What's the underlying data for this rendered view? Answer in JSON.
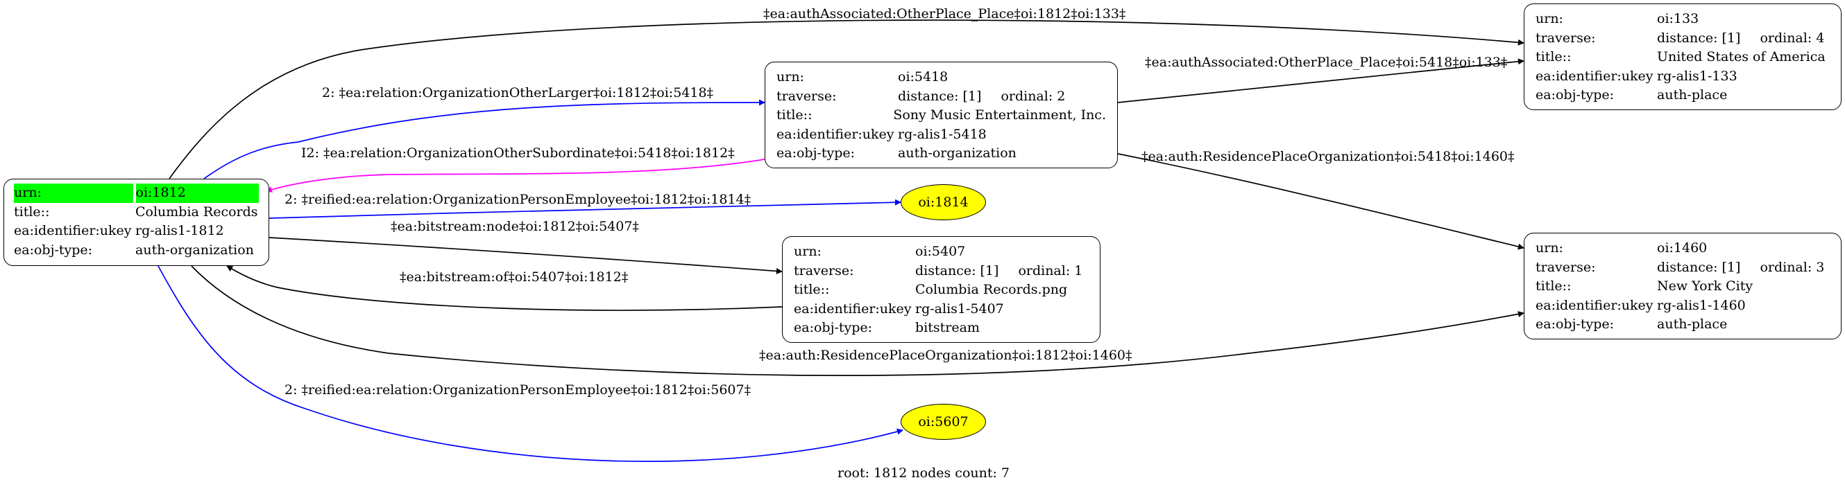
{
  "nodes": {
    "root": {
      "rows": [
        {
          "k": "urn:",
          "v": "oi:1812"
        },
        {
          "k": "title::",
          "v": "Columbia Records"
        },
        {
          "k": "ea:identifier:ukey",
          "v": "rg-alis1-1812"
        },
        {
          "k": "ea:obj-type:",
          "v": "auth-organization"
        }
      ],
      "highlight_color": "#00ff00"
    },
    "n5418": {
      "rows": [
        {
          "k": "urn:",
          "v": "oi:5418"
        },
        {
          "k": "traverse:",
          "v": "distance: [1]",
          "v2": "ordinal: 2"
        },
        {
          "k": "title::",
          "v": "Sony Music Entertainment, Inc."
        },
        {
          "k": "ea:identifier:ukey",
          "v": "rg-alis1-5418"
        },
        {
          "k": "ea:obj-type:",
          "v": "auth-organization"
        }
      ]
    },
    "n133": {
      "rows": [
        {
          "k": "urn:",
          "v": "oi:133"
        },
        {
          "k": "traverse:",
          "v": "distance: [1]",
          "v2": "ordinal: 4"
        },
        {
          "k": "title::",
          "v": "United States of America"
        },
        {
          "k": "ea:identifier:ukey",
          "v": "rg-alis1-133"
        },
        {
          "k": "ea:obj-type:",
          "v": "auth-place"
        }
      ]
    },
    "n5407": {
      "rows": [
        {
          "k": "urn:",
          "v": "oi:5407"
        },
        {
          "k": "traverse:",
          "v": "distance: [1]",
          "v2": "ordinal: 1"
        },
        {
          "k": "title::",
          "v": "Columbia Records.png"
        },
        {
          "k": "ea:identifier:ukey",
          "v": "rg-alis1-5407"
        },
        {
          "k": "ea:obj-type:",
          "v": "bitstream"
        }
      ]
    },
    "n1460": {
      "rows": [
        {
          "k": "urn:",
          "v": "oi:1460"
        },
        {
          "k": "traverse:",
          "v": "distance: [1]",
          "v2": "ordinal: 3"
        },
        {
          "k": "title::",
          "v": "New York City"
        },
        {
          "k": "ea:identifier:ukey",
          "v": "rg-alis1-1460"
        },
        {
          "k": "ea:obj-type:",
          "v": "auth-place"
        }
      ]
    },
    "e1814": {
      "label": "oi:1814",
      "fill": "#ffff00"
    },
    "e5607": {
      "label": "oi:5607",
      "fill": "#ffff00"
    }
  },
  "edges": {
    "root_to_133": {
      "label": "‡ea:authAssociated:OtherPlace_Place‡oi:1812‡oi:133‡",
      "color": "#000000"
    },
    "root_to_5418": {
      "label": "2: ‡ea:relation:OrganizationOtherLarger‡oi:1812‡oi:5418‡",
      "color": "#0000ff"
    },
    "n5418_to_root": {
      "label": "I2: ‡ea:relation:OrganizationOtherSubordinate‡oi:5418‡oi:1812‡",
      "color": "#ff00ff"
    },
    "root_to_1814": {
      "label": "2: ‡reified:ea:relation:OrganizationPersonEmployee‡oi:1812‡oi:1814‡",
      "color": "#0000ff"
    },
    "root_to_5407": {
      "label": "‡ea:bitstream:node‡oi:1812‡oi:5407‡",
      "color": "#000000"
    },
    "n5407_to_root": {
      "label": "‡ea:bitstream:of‡oi:5407‡oi:1812‡",
      "color": "#000000"
    },
    "root_to_1460": {
      "label": "‡ea:auth:ResidencePlaceOrganization‡oi:1812‡oi:1460‡",
      "color": "#000000"
    },
    "root_to_5607": {
      "label": "2: ‡reified:ea:relation:OrganizationPersonEmployee‡oi:1812‡oi:5607‡",
      "color": "#0000ff"
    },
    "n5418_to_133": {
      "label": "‡ea:authAssociated:OtherPlace_Place‡oi:5418‡oi:133‡",
      "color": "#000000"
    },
    "n5418_to_1460": {
      "label": "‡ea:auth:ResidencePlaceOrganization‡oi:5418‡oi:1460‡",
      "color": "#000000"
    }
  },
  "footer": "root: 1812 nodes count: 7"
}
